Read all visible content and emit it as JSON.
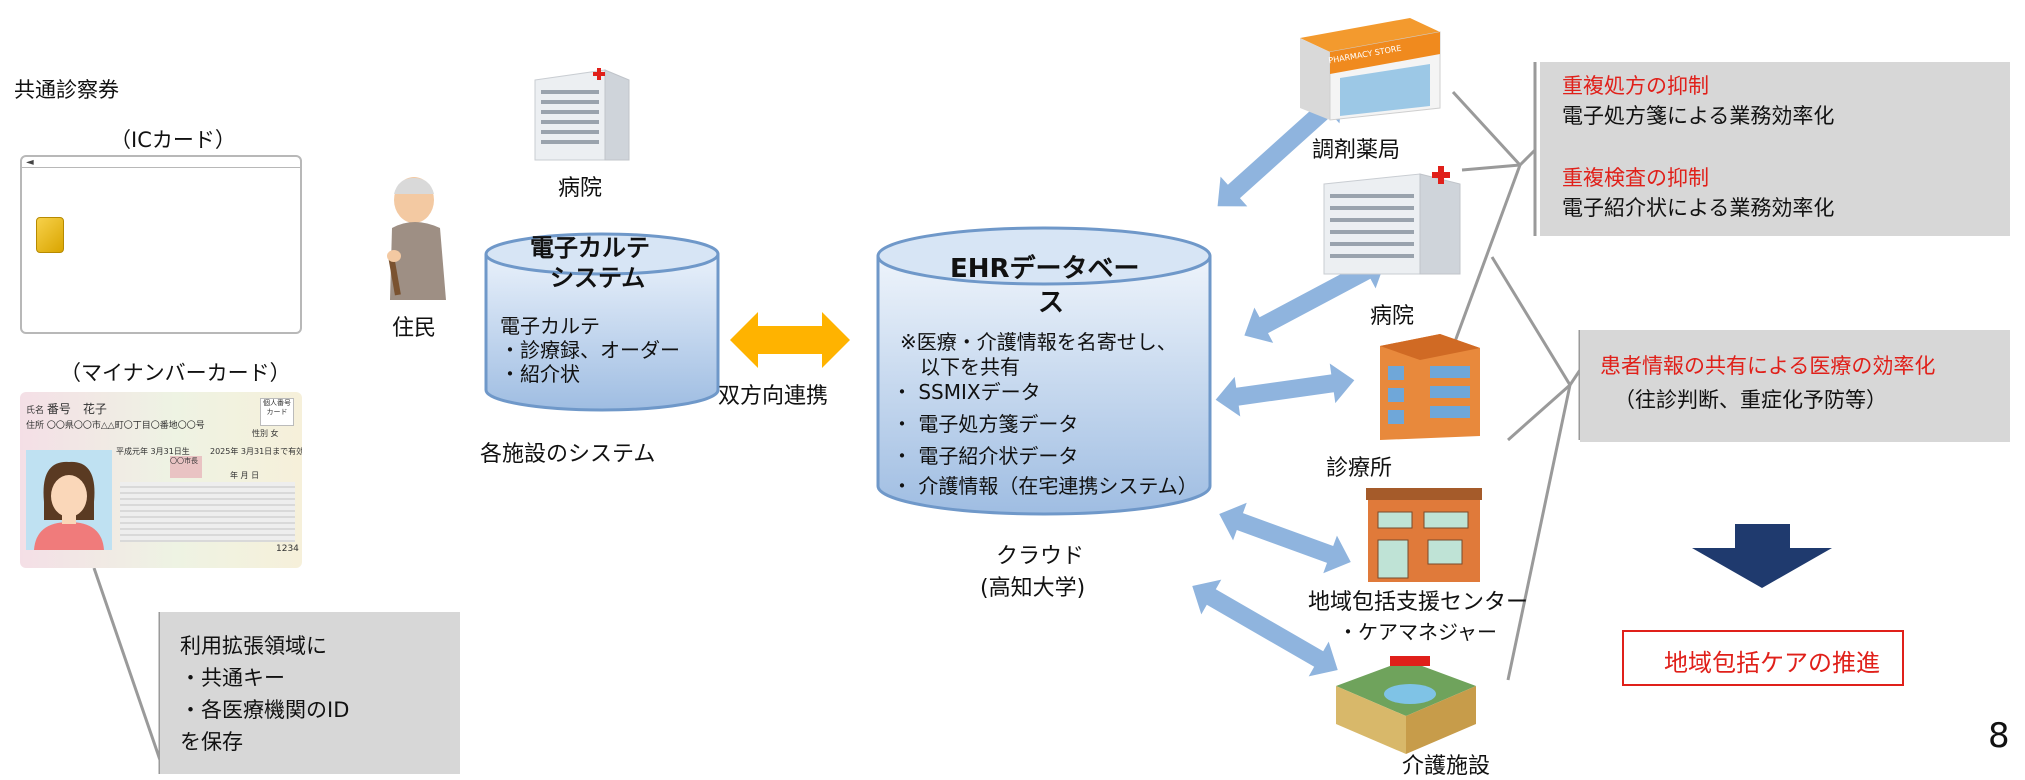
{
  "left": {
    "title": "共通診察券",
    "ic_card_label": "（ICカード）",
    "mynumber_label": "（マイナンバーカード）",
    "card_name_prefix": "氏名",
    "card_name": "番号　花子",
    "card_address_prefix": "住所",
    "card_address": "〇〇県〇〇市△△町〇丁目〇番地〇〇号",
    "card_badge": "個人番号カード",
    "card_sex_label": "性別",
    "card_sex": "女",
    "card_birth": "平成元年 3月31日生",
    "card_expiry": "2025年 3月31日まで有効",
    "card_seal": "〇〇市長",
    "card_year_month": "年 月 日",
    "card_number": "1234",
    "note_lines": [
      "利用拡張領域に",
      "・共通キー",
      "・各医療機関のID",
      "を保存"
    ]
  },
  "resident_label": "住民",
  "hospital_top_label": "病院",
  "emr": {
    "title_line1": "電子カルテ",
    "title_line2": "システム",
    "items": [
      "電子カルテ",
      "・診療録、オーダー",
      "・紹介状"
    ],
    "caption": "各施設のシステム"
  },
  "link_label": "双方向連携",
  "ehr": {
    "title_line1": "EHRデータベー",
    "title_line2": "ス",
    "items": [
      "※医療・介護情報を名寄せし、",
      "　以下を共有",
      "・ SSMIXデータ",
      "・ 電子処方箋データ",
      "・ 電子紹介状データ",
      "・ 介護情報（在宅連携システム）"
    ],
    "caption_line1": "クラウド",
    "caption_line2": "(高知大学)"
  },
  "facilities": {
    "pharmacy": "調剤薬局",
    "pharmacy_sign": "PHARMACY STORE",
    "hospital": "病院",
    "clinic": "診療所",
    "center_line1": "地域包括支援センター",
    "center_line2": "・ケアマネジャー",
    "care": "介護施設"
  },
  "benefits": {
    "b1_red": "重複処方の抑制",
    "b1_text": "電子処方箋による業務効率化",
    "b2_red": "重複検査の抑制",
    "b2_text": "電子紹介状による業務効率化",
    "b3_red": "患者情報の共有による医療の効率化",
    "b3_text": "（往診判断、重症化予防等）",
    "result": "地域包括ケアの推進"
  },
  "page_number": "8",
  "colors": {
    "accent_red": "#e0201a",
    "arrow_blue": "#8fb4de",
    "arrow_orange": "#ffb300",
    "gray_box": "#d7d7d7",
    "navy": "#1f3a6e"
  }
}
